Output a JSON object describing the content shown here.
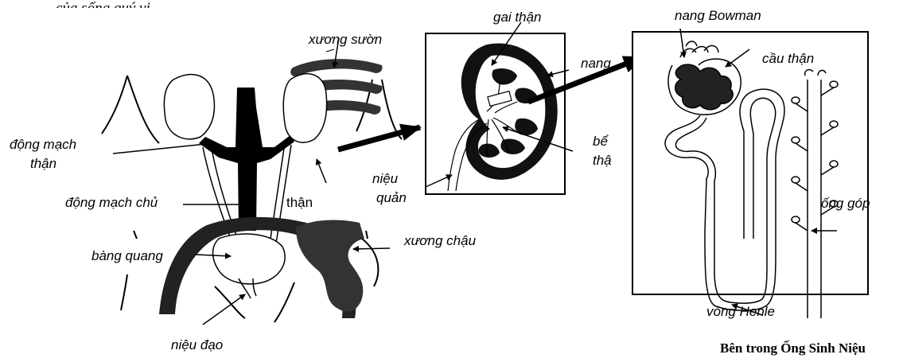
{
  "top_clipped_text": "của sống quý vị.",
  "labels": {
    "xuong_suon": "xương sườn",
    "dong_mach_than_1": "động mạch",
    "dong_mach_than_2": "thận",
    "dong_mach_chu": "động mạch chủ",
    "than": "thận",
    "bang_quang": "bàng quang",
    "xuong_chau": "xương chậu",
    "nieu_dao": "niệu đạo",
    "gai_than": "gai thận",
    "nang": "nang",
    "be_than_1": "bể",
    "be_than_2": "thậ",
    "nieu_quan_1": "niệu",
    "nieu_quan_2": "quản",
    "nang_bowman": "nang Bowman",
    "cau_than": "cầu thận",
    "ong_gop": "ống góp",
    "vong_henle": "vòng Henle"
  },
  "caption": "Bên trong Ống Sinh Niệu"
}
